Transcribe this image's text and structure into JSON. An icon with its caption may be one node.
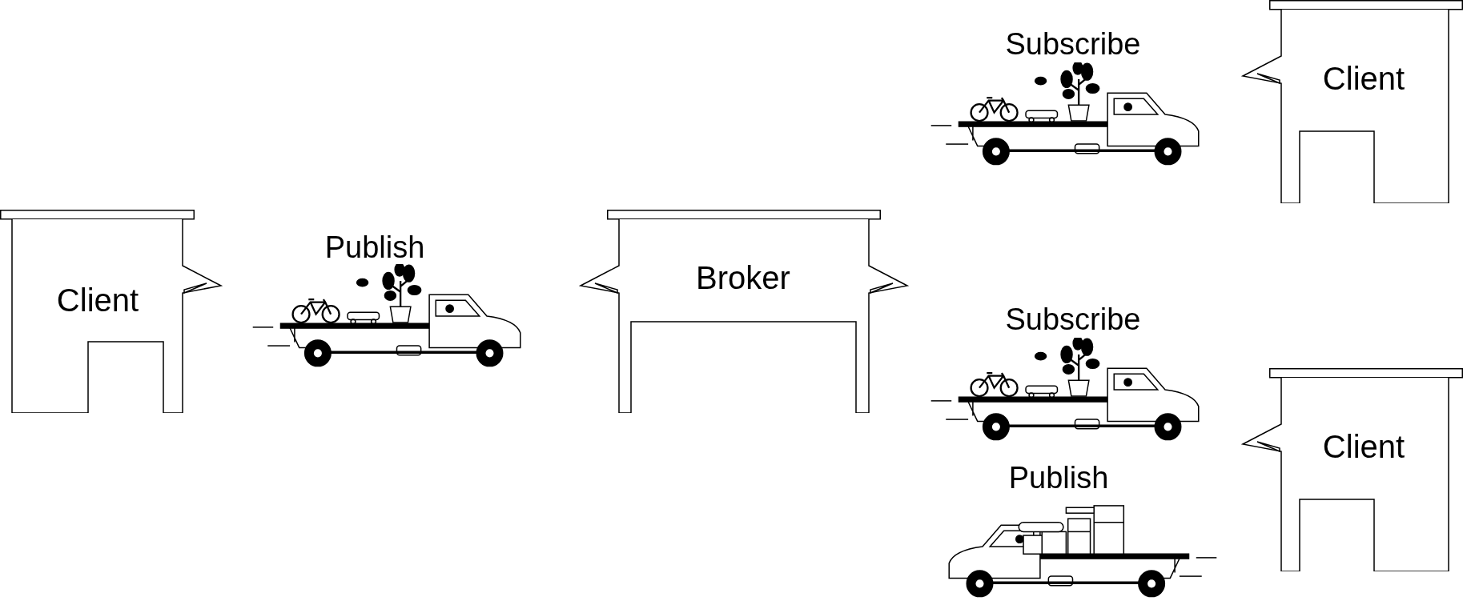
{
  "diagram": {
    "nodes": [
      {
        "text": [
          "Client"
        ]
      },
      {
        "text": [
          "Publish"
        ]
      },
      {
        "text": [
          "Broker"
        ]
      },
      {
        "text": [
          "Subscribe"
        ]
      },
      {
        "text": [
          "Client"
        ]
      },
      {
        "text": [
          "Subscribe"
        ]
      },
      {
        "text": [
          "Client"
        ]
      },
      {
        "text": [
          "Publish"
        ]
      }
    ]
  }
}
